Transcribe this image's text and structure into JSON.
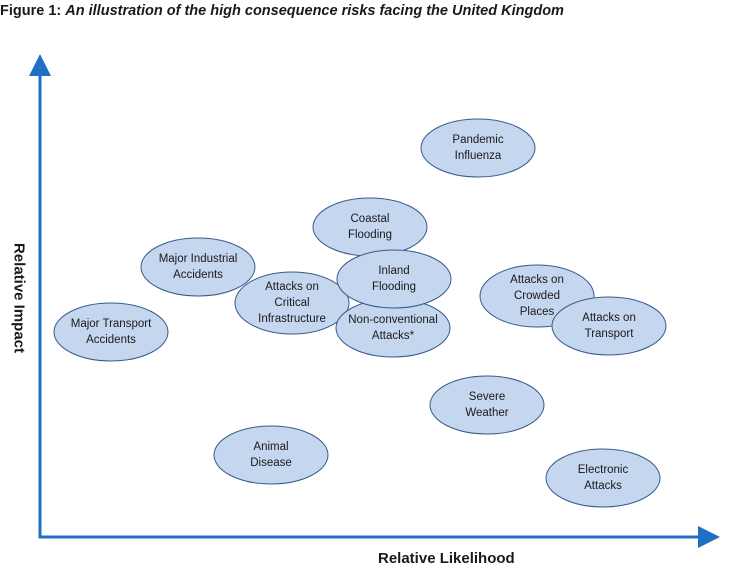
{
  "figure": {
    "label": "Figure 1:",
    "caption": "An illustration of the high consequence risks facing the United Kingdom"
  },
  "axes": {
    "y_label": "Relative Impact",
    "x_label": "Relative Likelihood"
  },
  "colors": {
    "axis": "#1f6fc4",
    "bubble_fill": "#c5d6ef",
    "bubble_stroke": "#3a5a8c",
    "text": "#1a1a1a"
  },
  "risks": [
    {
      "id": "major-transport-accidents",
      "label": "Major Transport\nAccidents"
    },
    {
      "id": "major-industrial-accidents",
      "label": "Major Industrial\nAccidents"
    },
    {
      "id": "attacks-on-critical-infrastructure",
      "label": "Attacks on\nCritical\nInfrastructure"
    },
    {
      "id": "coastal-flooding",
      "label": "Coastal\nFlooding"
    },
    {
      "id": "inland-flooding",
      "label": "Inland\nFlooding"
    },
    {
      "id": "non-conventional-attacks",
      "label": "Non-conventional\nAttacks*"
    },
    {
      "id": "pandemic-influenza",
      "label": "Pandemic\nInfluenza"
    },
    {
      "id": "attacks-on-crowded-places",
      "label": "Attacks on\nCrowded\nPlaces"
    },
    {
      "id": "attacks-on-transport",
      "label": "Attacks on\nTransport"
    },
    {
      "id": "severe-weather",
      "label": "Severe\nWeather"
    },
    {
      "id": "animal-disease",
      "label": "Animal\nDisease"
    },
    {
      "id": "electronic-attacks",
      "label": "Electronic\nAttacks"
    }
  ]
}
